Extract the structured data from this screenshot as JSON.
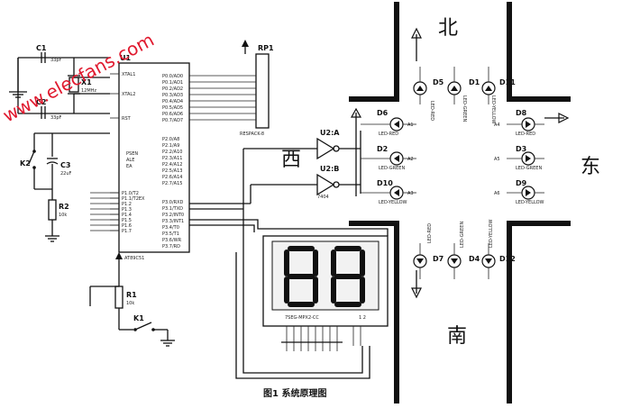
{
  "watermark": "www.elecfans.com",
  "caption": "图1    系统原理图",
  "directions": {
    "north": "北",
    "south": "南",
    "east": "东",
    "west": "西"
  },
  "mcu": {
    "ref": "U1",
    "left_pins": [
      "XTAL1",
      "XTAL2",
      "RST",
      "P1.0/T2",
      "P1.1/T2EX",
      "P1.2",
      "P1.3",
      "P1.4",
      "P1.5",
      "P1.6",
      "P1.7"
    ],
    "left_mid_pins": [
      "PSEN",
      "ALE",
      "EA"
    ],
    "right_pins": [
      "P0.0/AD0",
      "P0.1/AD1",
      "P0.2/AD2",
      "P0.3/AD3",
      "P0.4/AD4",
      "P0.5/AD5",
      "P0.6/AD6",
      "P0.7/AD7",
      "P2.0/A8",
      "P2.1/A9",
      "P2.2/A10",
      "P2.3/A11",
      "P2.4/A12",
      "P2.5/A13",
      "P2.6/A14",
      "P2.7/A15",
      "P3.0/RXD",
      "P3.1/TXD",
      "P3.2/INT0",
      "P3.3/INT1",
      "P3.4/T0",
      "P3.5/T1",
      "P3.6/WR",
      "P3.7/RD"
    ],
    "part": "AT89C51"
  },
  "components": {
    "c1": "C1",
    "c1_val": "33pF",
    "c2": "C2",
    "c2_val": "33pF",
    "c3": "C3",
    "c3_val": "22uF",
    "x1": "X1",
    "x1_val": "12MHz",
    "k2": "K2",
    "k1": "K1",
    "r2": "R2",
    "r2_val": "10k",
    "r1": "R1",
    "r1_val": "10k",
    "rp1": "RP1",
    "rp1_val": "RESPACK-8",
    "u2a": "U2:A",
    "u2b": "U2:B",
    "u2_part": "7404",
    "display": "7SEG-MPX2-CC",
    "disp_pins": "1  2"
  },
  "leds": {
    "d5": "D5",
    "d1": "D1",
    "d11": "D11",
    "d6": "D6",
    "d2": "D2",
    "d10": "D10",
    "d8": "D8",
    "d3": "D3",
    "d9": "D9",
    "d7": "D7",
    "d4": "D4",
    "d12": "D12",
    "red": "LED-RED",
    "green": "LED-GREEN",
    "yellow": "LED-YELLOW",
    "a1": "A1",
    "a2": "A2",
    "a3": "A3",
    "a4": "A4",
    "a5": "A5",
    "a6": "A6"
  }
}
